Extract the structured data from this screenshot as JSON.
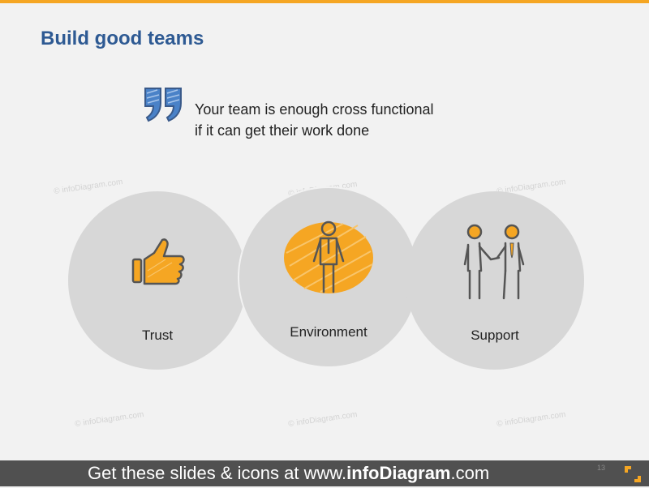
{
  "slide": {
    "title": "Build good teams"
  },
  "quote": {
    "icon": "quote-marks-icon",
    "line1": "Your team is enough cross functional",
    "line2": "if it can get their work done"
  },
  "watermark": "© infoDiagram.com",
  "items": [
    {
      "label": "Trust",
      "icon": "thumbs-up-icon"
    },
    {
      "label": "Environment",
      "icon": "person-icon"
    },
    {
      "label": "Support",
      "icon": "handshake-icon"
    }
  ],
  "footer": {
    "prefix": "Get these slides & icons at www.",
    "brand": "infoDiagram",
    "suffix": ".com",
    "page_number": "13"
  },
  "colors": {
    "accent": "#f5a623",
    "title": "#2e5a93",
    "quote_blue": "#4a82c8",
    "circle": "#d7d7d7",
    "footer": "#505050"
  }
}
